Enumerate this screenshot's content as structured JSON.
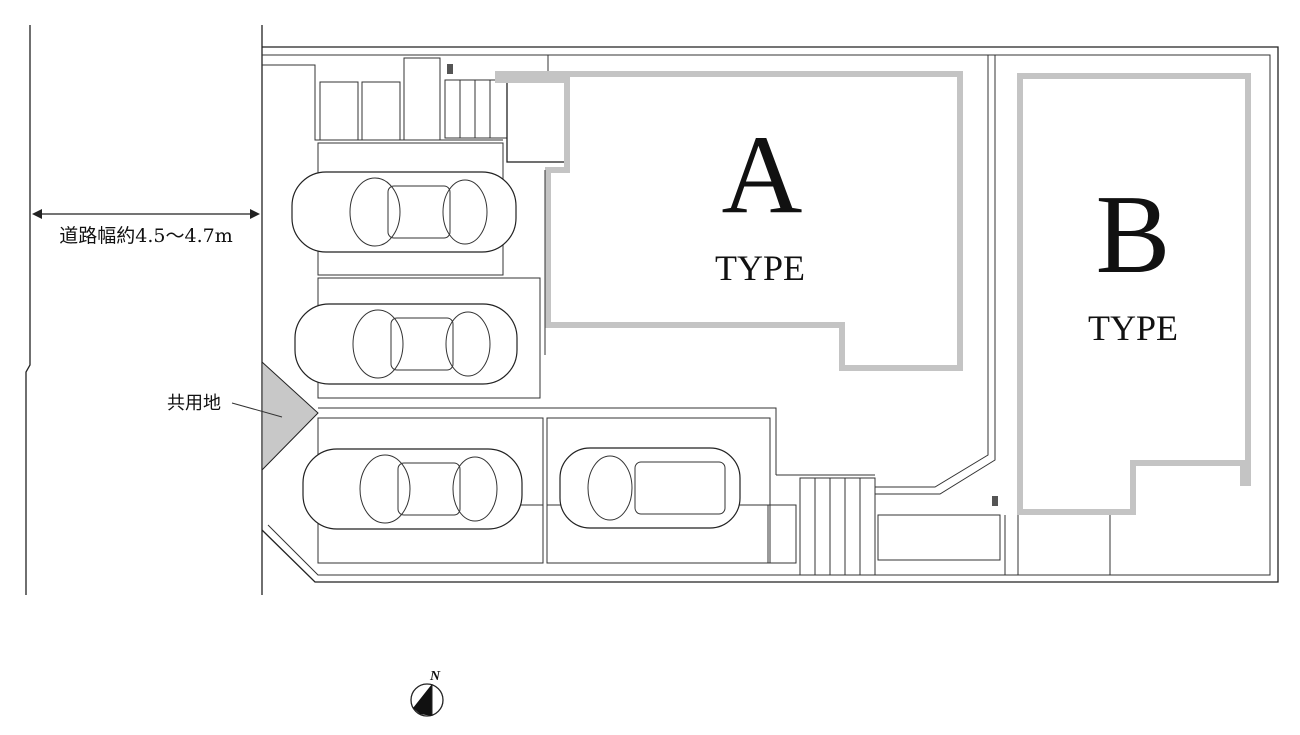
{
  "road": {
    "width_label": "道路幅約4.5〜4.7m"
  },
  "common_area": {
    "label": "共用地",
    "fill": "#c8c8c8"
  },
  "buildings": [
    {
      "letter": "A",
      "type_label": "TYPE"
    },
    {
      "letter": "B",
      "type_label": "TYPE"
    }
  ],
  "compass": {
    "label": "N"
  },
  "colors": {
    "building_outline": "#c4c4c4",
    "line": "#222222"
  }
}
